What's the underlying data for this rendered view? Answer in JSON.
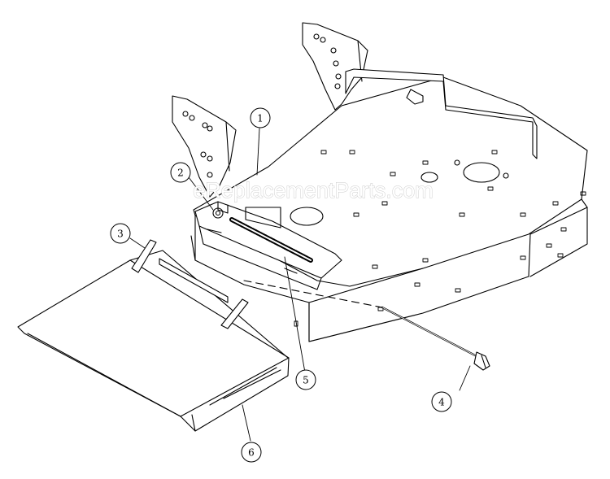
{
  "watermark": "eReplacementParts.com",
  "callouts": [
    {
      "id": "1",
      "label": "1"
    },
    {
      "id": "2",
      "label": "2"
    },
    {
      "id": "3",
      "label": "3"
    },
    {
      "id": "4",
      "label": "4"
    },
    {
      "id": "5",
      "label": "5"
    },
    {
      "id": "6",
      "label": "6"
    }
  ],
  "colors": {
    "line": "#000000",
    "background": "#ffffff",
    "watermark_outline": "#c8c8c8"
  }
}
